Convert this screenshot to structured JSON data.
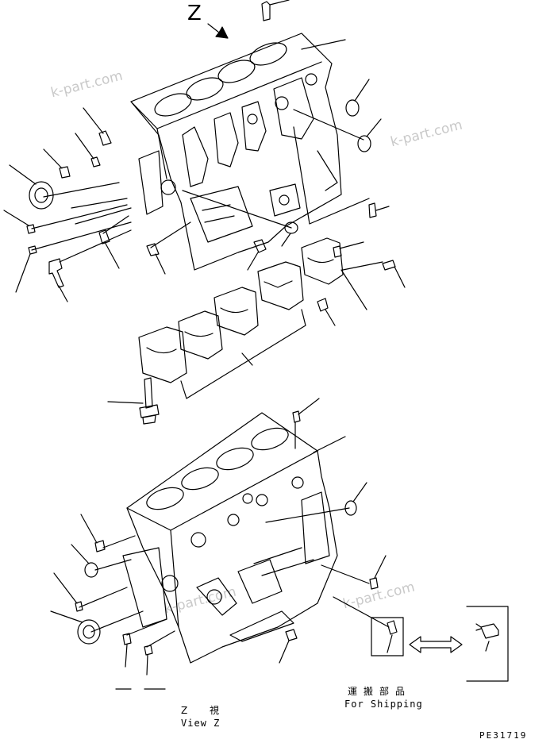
{
  "diagram": {
    "view_letter": "Z",
    "view_label_jp": "Z 視",
    "view_label_en": "View Z",
    "shipping_label_jp": "運搬部品",
    "shipping_label_en": "For Shipping",
    "drawing_code": "PE31719",
    "watermarks": [
      "k-part.com",
      "k-part.com",
      "k-part.com",
      "k-part.com"
    ]
  }
}
